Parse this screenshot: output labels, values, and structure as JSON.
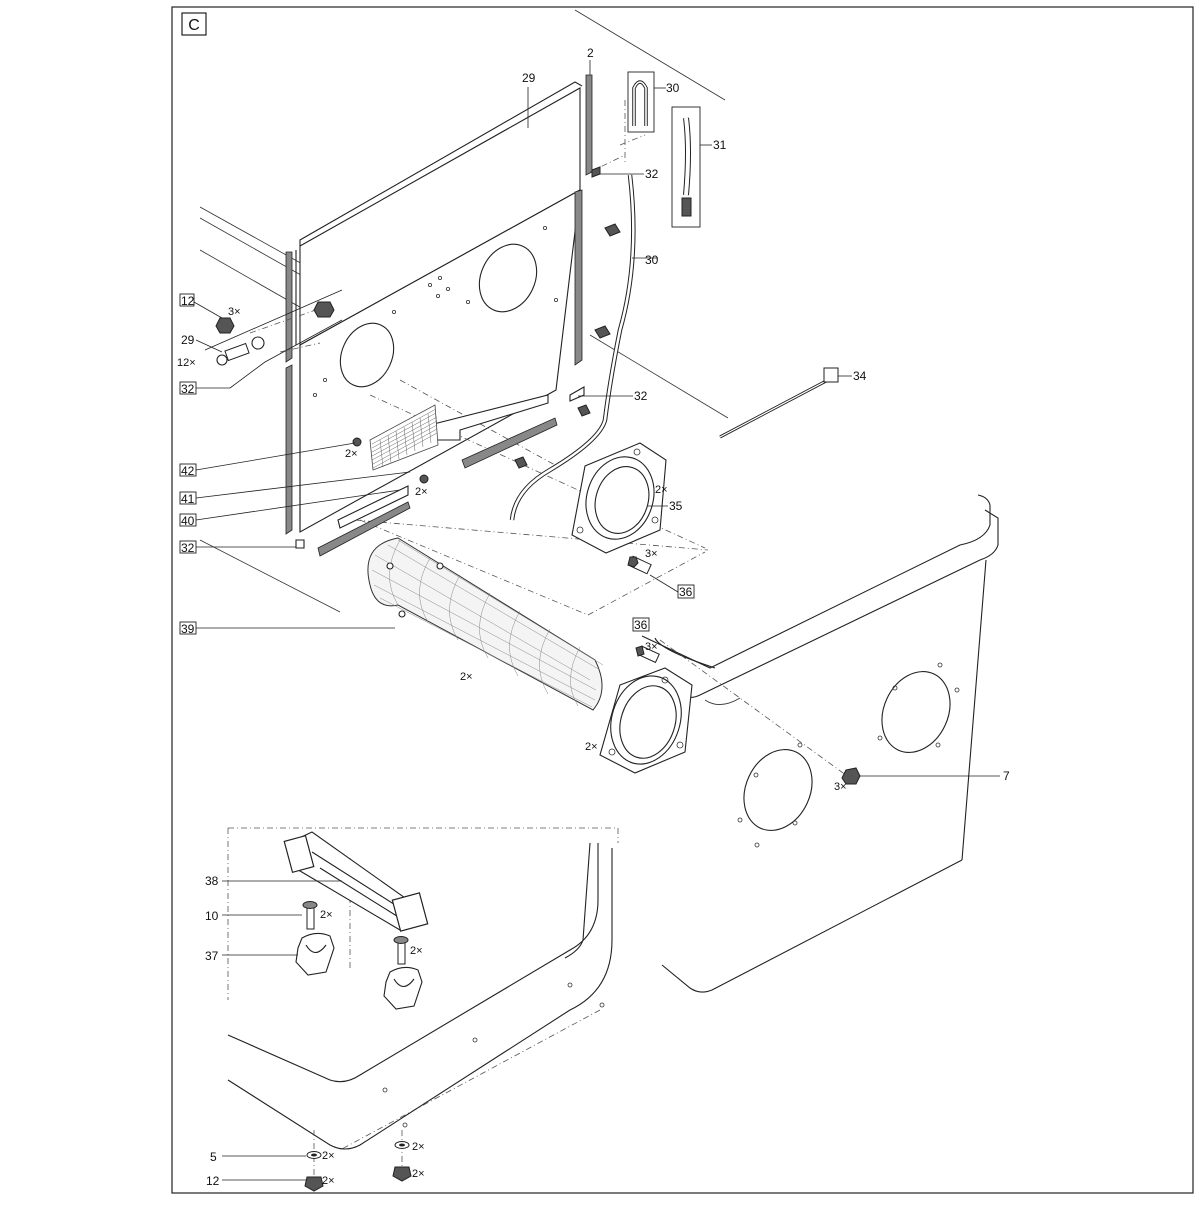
{
  "section_letter": "C",
  "callouts": {
    "c2": "2",
    "c29a": "29",
    "c30a": "30",
    "c31": "31",
    "c32a": "32",
    "c30b": "30",
    "c12a": "12",
    "c29b": "29",
    "c32b": "32",
    "c32c": "32",
    "c34": "34",
    "c42": "42",
    "c41": "41",
    "c40": "40",
    "c32d": "32",
    "c35": "35",
    "c36a": "36",
    "c39": "39",
    "c36b": "36",
    "c7": "7",
    "c38": "38",
    "c10": "10",
    "c37": "37",
    "c5": "5",
    "c12b": "12"
  },
  "quantities": {
    "q12a": "3×",
    "q29b": "12×",
    "q42": "2×",
    "q41": "2×",
    "q35": "2×",
    "q36a": "3×",
    "q39": "2×",
    "q36b": "3×",
    "q2x_ring": "2×",
    "q7": "3×",
    "q10": "2×",
    "q10b": "2×",
    "q5a": "2×",
    "q5b": "2×",
    "q12b": "2×",
    "q12c": "2×"
  }
}
